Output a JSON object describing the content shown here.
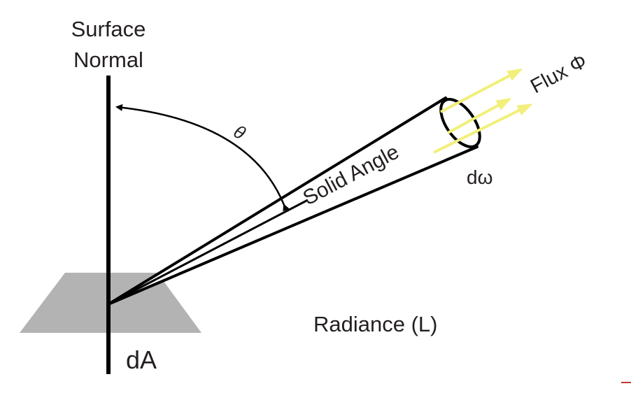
{
  "labels": {
    "surface_normal_line1": "Surface",
    "surface_normal_line2": "Normal",
    "theta": "θ",
    "solid_angle": "Solid Angle",
    "flux": "Flux Φ",
    "d_omega": "dω",
    "radiance": "Radiance (L)",
    "dA": "dA"
  },
  "colors": {
    "line": "#000000",
    "text": "#231f20",
    "surface_patch": "#b3b3b3",
    "flux_arrows": "#f2ef7a",
    "corner_mark": "#c0392b"
  }
}
